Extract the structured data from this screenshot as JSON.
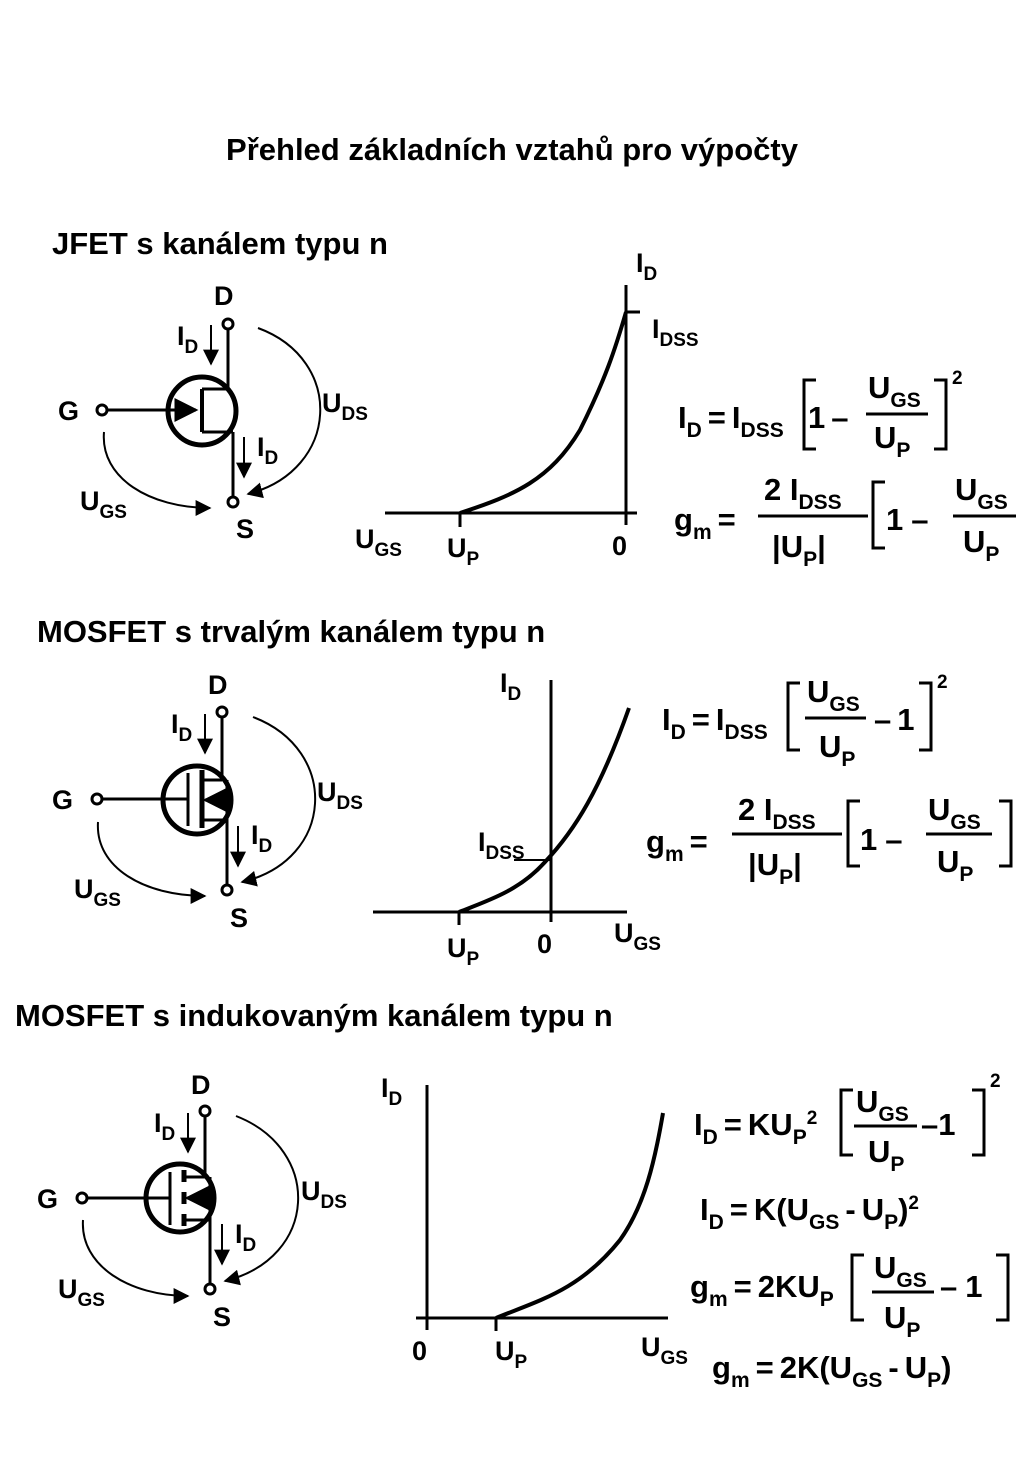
{
  "title": "Přehled základních vztahů pro výpočty",
  "sections": [
    {
      "title": "JFET s kanálem typu n"
    },
    {
      "title": "MOSFET s trvalým kanálem typu n"
    },
    {
      "title": "MOSFET s indukovaným kanálem typu n"
    }
  ],
  "terminals": {
    "drain": "D",
    "gate": "G",
    "source": "S"
  },
  "symbols": {
    "I": "I",
    "U": "U",
    "D": "D",
    "GS": "GS",
    "DS": "DS",
    "P": "P",
    "DSS": "DSS",
    "zero": "0",
    "g": "g",
    "m": "m",
    "one": "1",
    "two": "2",
    "K": "K",
    "two_I": "2 I"
  },
  "equations": {
    "eq_equals": "=",
    "eq_minus": "–",
    "eq_dash": "-",
    "eq_K": "KU",
    "eq_2KU": "2KU",
    "eq_K_open": "K(U",
    "eq_2K_open": "2K(U",
    "eq_close": ")"
  },
  "colors": {
    "ink": "#000000",
    "background": "#ffffff"
  }
}
